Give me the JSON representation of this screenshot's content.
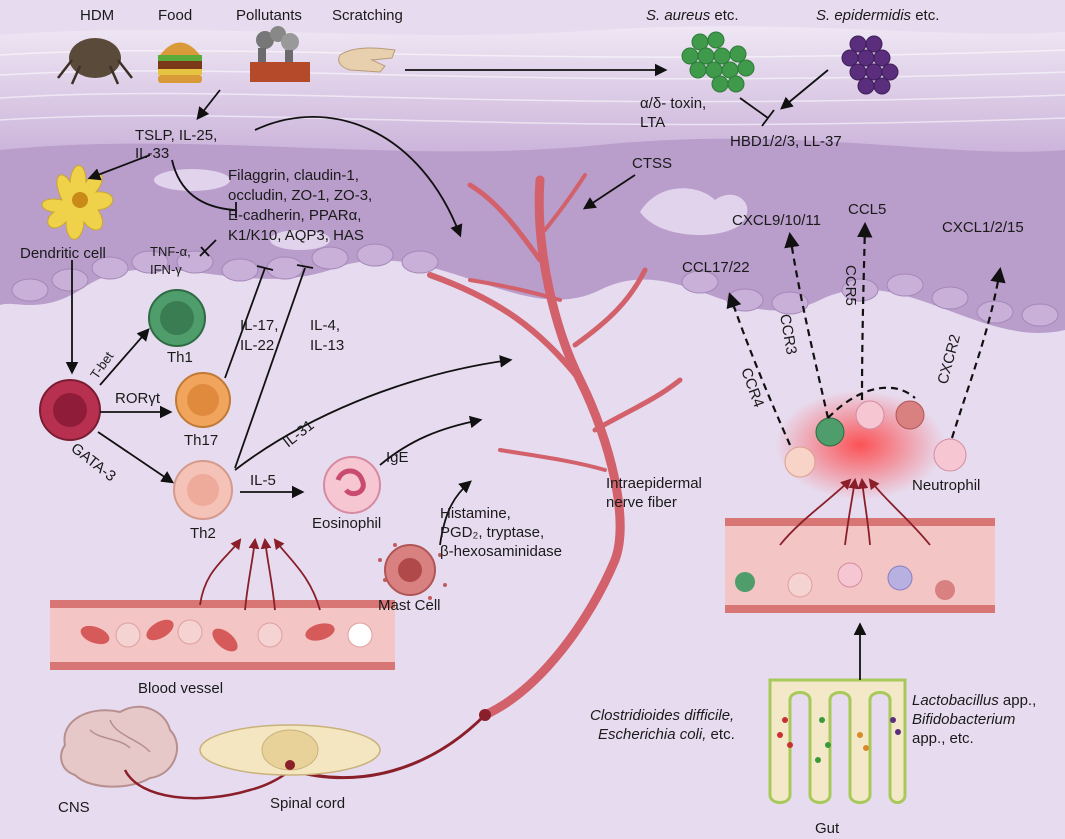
{
  "triggers": {
    "hdm": "HDM",
    "food": "Food",
    "pollutants": "Pollutants",
    "scratching": "Scratching"
  },
  "microbes": {
    "s_aureus": "S. aureus",
    "s_aureus_suffix": " etc.",
    "s_epidermidis": "S. epidermidis",
    "s_epidermidis_suffix": " etc.",
    "toxin_line1": "α/δ- toxin,",
    "toxin_line2": "LTA",
    "amps": "HBD1/2/3, LL-37"
  },
  "alarmins": {
    "line1": "TSLP, IL-25,",
    "line2": "IL-33"
  },
  "barrier": {
    "line1": "Filaggrin, claudin-1,",
    "line2": "occludin, ZO-1, ZO-3,",
    "line3": "E-cadherin, PPARα,",
    "line4": "K1/K10, AQP3, HAS"
  },
  "cells": {
    "dendritic": "Dendritic cell",
    "th1": "Th1",
    "th17": "Th17",
    "th2": "Th2",
    "eosinophil": "Eosinophil",
    "mast": "Mast Cell",
    "neutrophil": "Neutrophil"
  },
  "factors": {
    "tnf": "TNF-α,",
    "ifn": "IFN-γ",
    "il17": "IL-17,",
    "il22": "IL-22",
    "il4": "IL-4,",
    "il13": "IL-13",
    "tbet": "T-bet",
    "roryt": "RORγt",
    "gata3": "GATA-3",
    "il31": "IL-31",
    "il5": "IL-5",
    "ige": "IgE",
    "histamine": "Histamine,",
    "pgd2": "PGD₂, tryptase,",
    "hexos": "β-hexosaminidase",
    "ctss": "CTSS"
  },
  "chemokines": {
    "cxcl9": "CXCL9/10/11",
    "ccl5": "CCL5",
    "cxcl1": "CXCL1/2/15",
    "ccl17": "CCL17/22",
    "ccr4": "CCR4",
    "ccr3": "CCR3",
    "ccr5": "CCR5",
    "cxcr2": "CXCR2"
  },
  "nerve": {
    "line1": "Intraepidermal",
    "line2": "nerve fiber"
  },
  "structures": {
    "blood_vessel": "Blood vessel",
    "cns": "CNS",
    "spinal_cord": "Spinal cord",
    "gut": "Gut"
  },
  "gut_microbes": {
    "bad_line1": "Clostridioides difficile,",
    "bad_line2": "Escherichia coli,",
    "bad_line2_suffix": " etc.",
    "good_line1": "Lactobacillus",
    "good_line1_suffix": " app.,",
    "good_line2": "Bifidobacterium",
    "good_line3": "app., etc."
  },
  "colors": {
    "skin_top": "#dccbe6",
    "epidermis": "#b89bc9",
    "dermis": "#e7dcef",
    "nerve": "#d2616b",
    "vessel": "#e9a3a3",
    "th1": "#4f9d6a",
    "th17": "#f0a45c",
    "th2": "#f4c2b6",
    "naive_t": "#b8304f",
    "staph_aureus": "#3f9a4b",
    "staph_epidermidis": "#5a2d7d"
  }
}
